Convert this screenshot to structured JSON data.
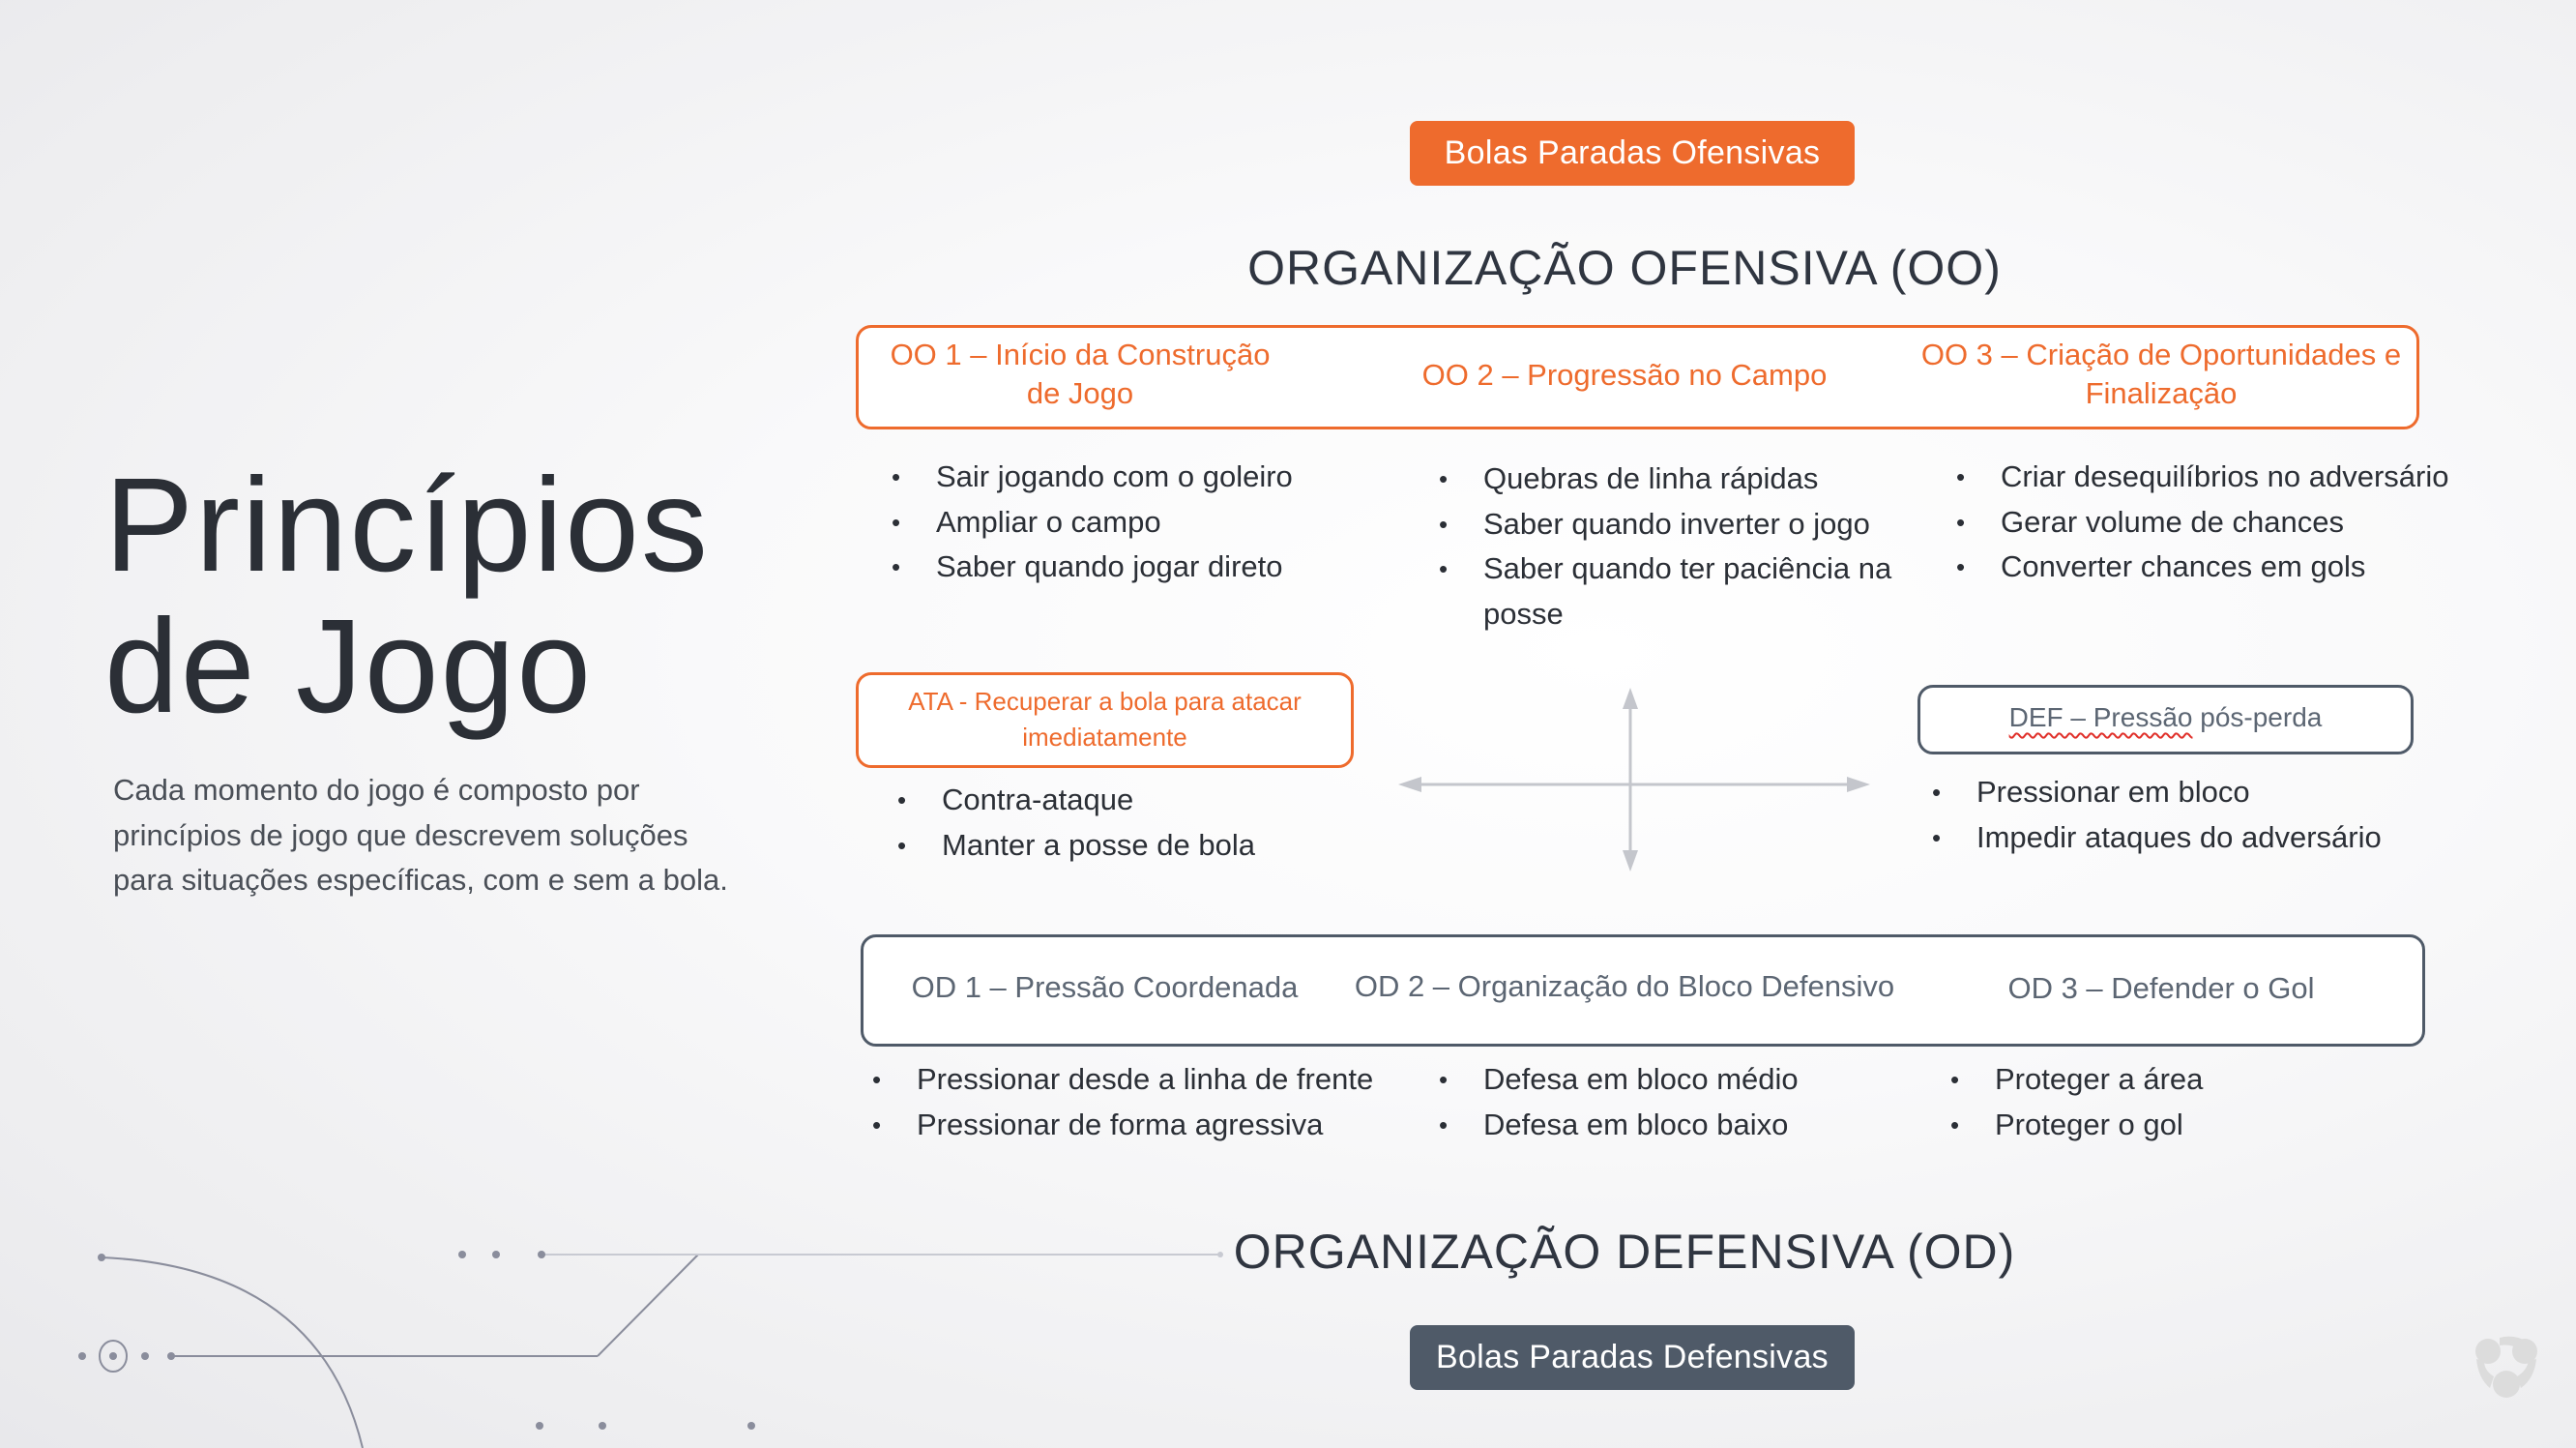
{
  "title": {
    "line1": "Princípios",
    "line2": "de Jogo"
  },
  "description": "Cada momento do jogo é composto por princípios de jogo que descrevem soluções para situações específicas, com e sem a bola.",
  "buttons": {
    "offensive_set_pieces": "Bolas Paradas Ofensivas",
    "defensive_set_pieces": "Bolas Paradas Defensivas"
  },
  "offensive": {
    "title": "ORGANIZAÇÃO OFENSIVA (OO)",
    "columns": [
      {
        "header": "OO 1 – Início da Construção de Jogo",
        "items": [
          "Sair jogando com o goleiro",
          "Ampliar o campo",
          "Saber quando jogar direto"
        ]
      },
      {
        "header": "OO 2 – Progressão no Campo",
        "items": [
          "Quebras de linha rápidas",
          "Saber quando inverter o jogo",
          "Saber quando ter paciência na posse"
        ]
      },
      {
        "header": "OO 3 – Criação de Oportunidades e Finalização",
        "items": [
          "Criar desequilíbrios no adversário",
          "Gerar volume de chances",
          "Converter chances em gols"
        ]
      }
    ]
  },
  "transitions": {
    "attack": {
      "header": "ATA - Recuperar a bola para atacar imediatamente",
      "items": [
        "Contra-ataque",
        "Manter a posse de bola"
      ]
    },
    "defense": {
      "header_underlined": "DEF – Pressão",
      "header_rest": " pós-perda",
      "items": [
        "Pressionar em bloco",
        "Impedir ataques do adversário"
      ]
    }
  },
  "defensive": {
    "title": "ORGANIZAÇÃO DEFENSIVA (OD)",
    "columns": [
      {
        "header": "OD 1 – Pressão Coordenada",
        "items": [
          "Pressionar desde a linha de frente",
          "Pressionar de forma agressiva"
        ]
      },
      {
        "header": "OD 2 – Organização do Bloco Defensivo",
        "items": [
          "Defesa em bloco médio",
          "Defesa em bloco baixo"
        ]
      },
      {
        "header": "OD 3 – Defender o Gol",
        "items": [
          "Proteger a área",
          "Proteger o gol"
        ]
      }
    ]
  },
  "colors": {
    "orange": "#ee6b2d",
    "dark": "#4f5a68",
    "text": "#2b2f36"
  }
}
